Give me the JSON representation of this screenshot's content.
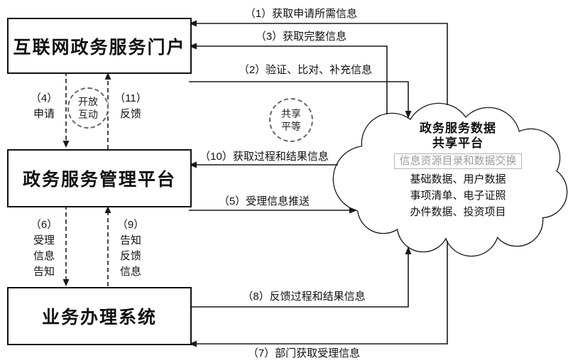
{
  "nodes": {
    "portal": "互联网政务服务门户",
    "management": "政务服务管理平台",
    "business": "业务办理系统"
  },
  "cloud": {
    "title1": "政务服务数据",
    "title2": "共享平台",
    "tag": "信息资源目录和数据交换",
    "items": [
      "基础数据、用户数据",
      "事项清单、电子证照",
      "办件数据、投资项目"
    ]
  },
  "badges": {
    "open": [
      "开放",
      "互动"
    ],
    "share": [
      "共享",
      "平等"
    ]
  },
  "edges": {
    "e1": "（1）获取申请所需信息",
    "e2": "（2）验证、比对、补充信息",
    "e3": "（3）获取完整信息",
    "e4": [
      "（4）",
      "申请"
    ],
    "e5": "（5）受理信息推送",
    "e6": [
      "（6）",
      "受理",
      "信息",
      "告知"
    ],
    "e7": "（7）部门获取受理信息",
    "e8": "（8）反馈过程和结果信息",
    "e9": [
      "（9）",
      "告知",
      "反馈",
      "信息"
    ],
    "e10": "（10）获取过程和结果信息",
    "e11": [
      "（11）",
      "反馈"
    ]
  },
  "colors": {
    "line": "#1a1a1a",
    "muted_gray": "#9b9b9b"
  }
}
